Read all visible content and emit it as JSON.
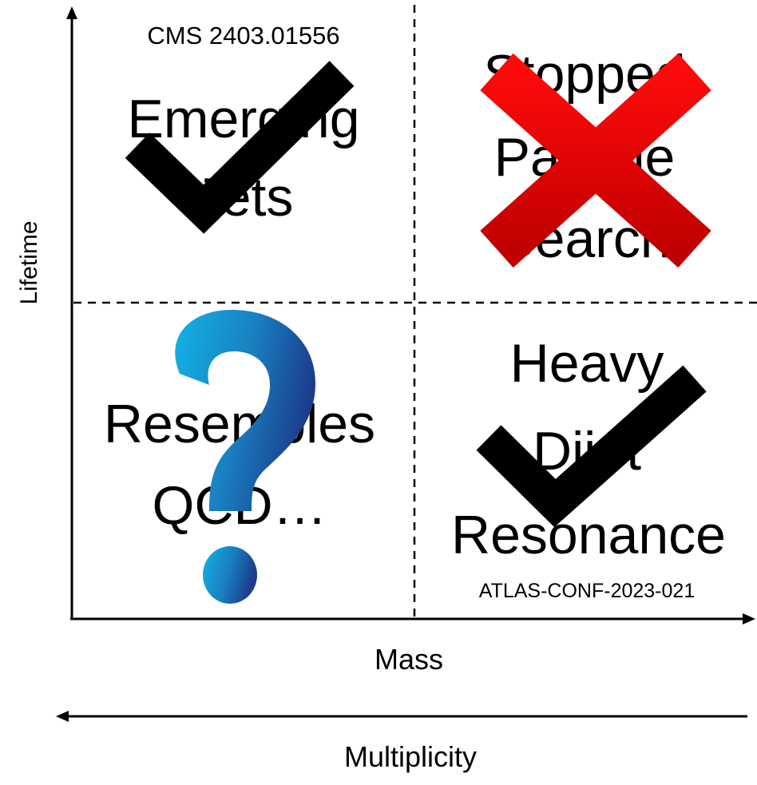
{
  "axes": {
    "y_label": "Lifetime",
    "x_label": "Mass",
    "bottom_arrow_label": "Multiplicity"
  },
  "quadrants": {
    "top_left": {
      "reference": "CMS 2403.01556",
      "title_lines": [
        "Emerging",
        "Jets"
      ],
      "status_icon": "check-mark-icon",
      "status_color": "#000000"
    },
    "top_right": {
      "title_lines": [
        "Stopped",
        "Particle",
        "Search"
      ],
      "status_icon": "red-x-icon",
      "status_color": "#e00000"
    },
    "bottom_left": {
      "title_lines": [
        "Resembles",
        "QCD…"
      ],
      "status_icon": "question-mark-icon",
      "status_color": "#1a8fd0"
    },
    "bottom_right": {
      "title_lines": [
        "Heavy",
        "Dijet",
        "Resonance"
      ],
      "reference": "ATLAS-CONF-2023-021",
      "status_icon": "check-mark-icon",
      "status_color": "#000000"
    }
  }
}
